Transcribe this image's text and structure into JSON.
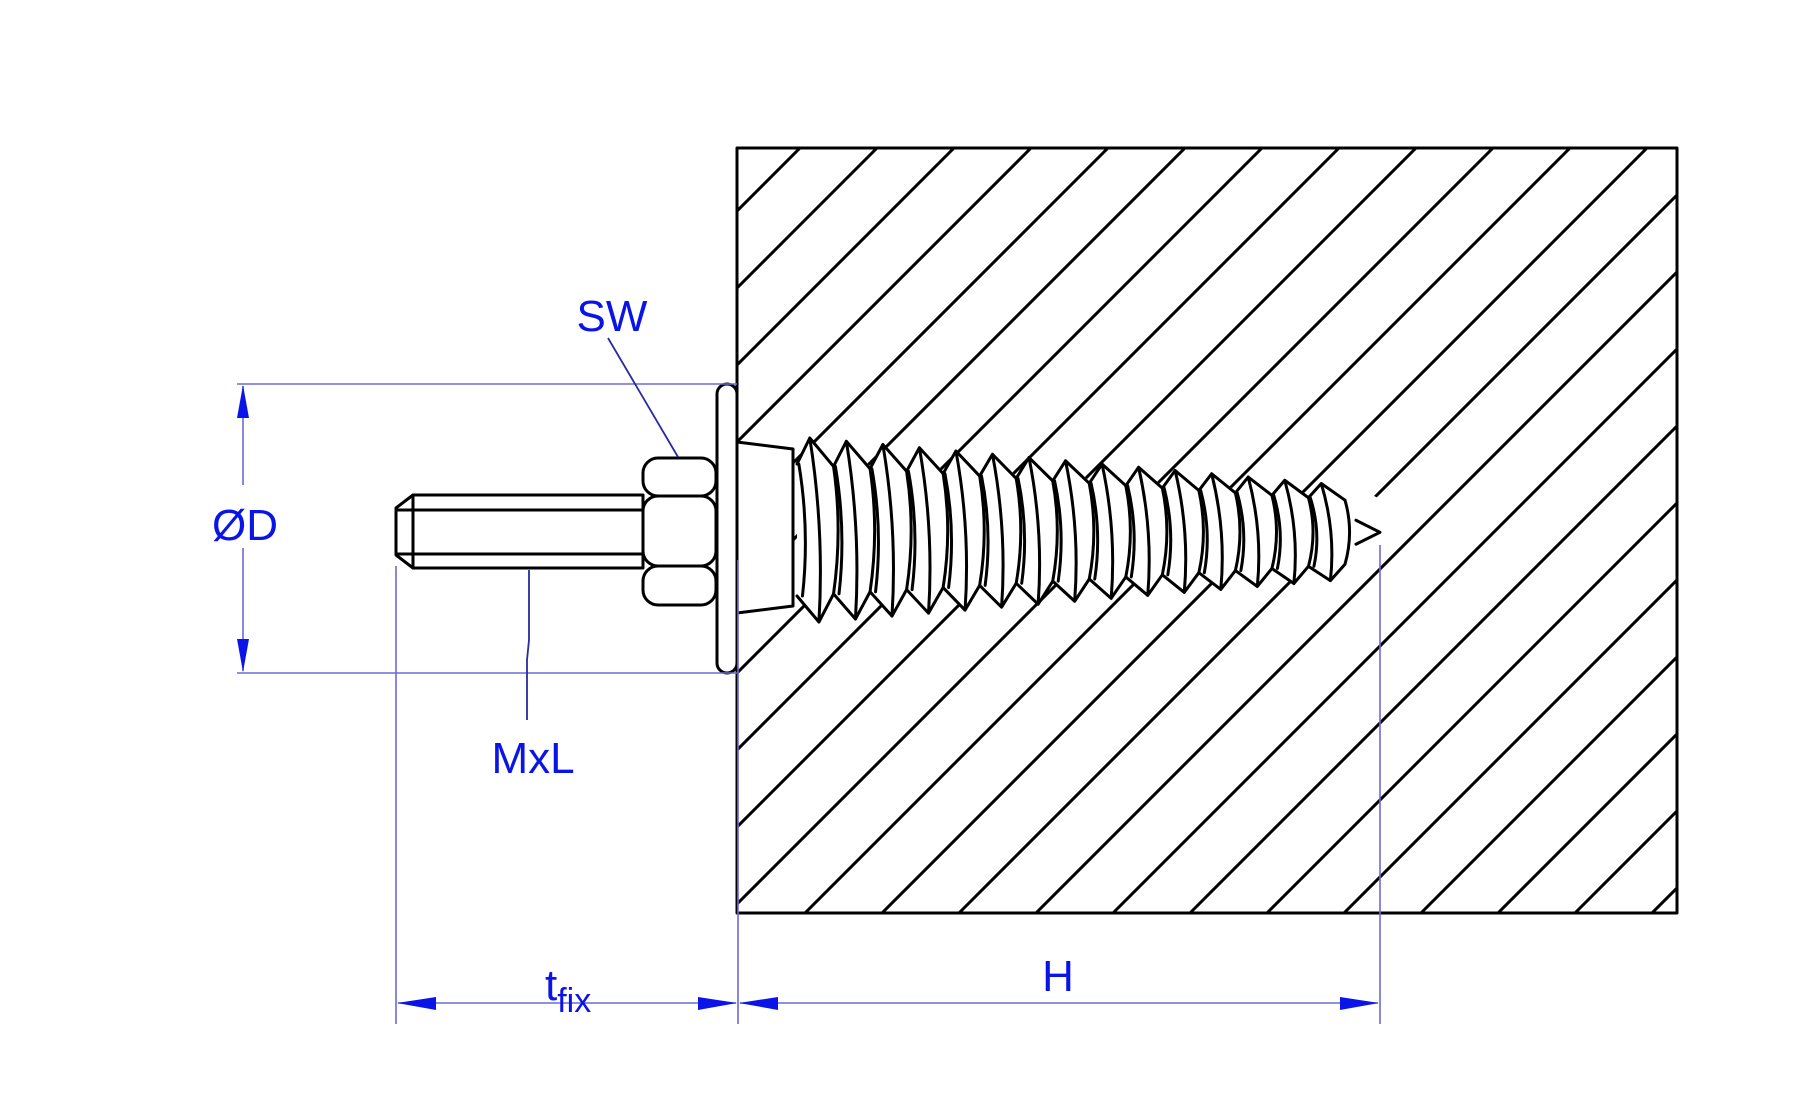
{
  "drawing": {
    "title": "Anchor fastener installation dimension diagram",
    "colors": {
      "object_lines": "#000000",
      "dimension_lines": "#6b6bd6",
      "dimension_text": "#0a14e8",
      "background": "#ffffff"
    },
    "labels": {
      "diameter": "ØD",
      "wrench_size": "SW",
      "thread_size": "MxL",
      "fixture_thickness_main": "t",
      "fixture_thickness_sub": "fix",
      "embedment_depth": "H"
    },
    "components": [
      {
        "name": "threaded-stud",
        "description": "Metric threaded stud protruding from base material"
      },
      {
        "name": "hex-nut",
        "description": "Hexagon nut"
      },
      {
        "name": "washer",
        "description": "Large washer against base material surface"
      },
      {
        "name": "cone-collar",
        "description": "Tapered collar at entry to base material"
      },
      {
        "name": "screw-thread",
        "description": "Self-tapping wood/concrete screw thread embedded in base material"
      },
      {
        "name": "base-material",
        "description": "Hatched base material block (section view)"
      }
    ]
  }
}
